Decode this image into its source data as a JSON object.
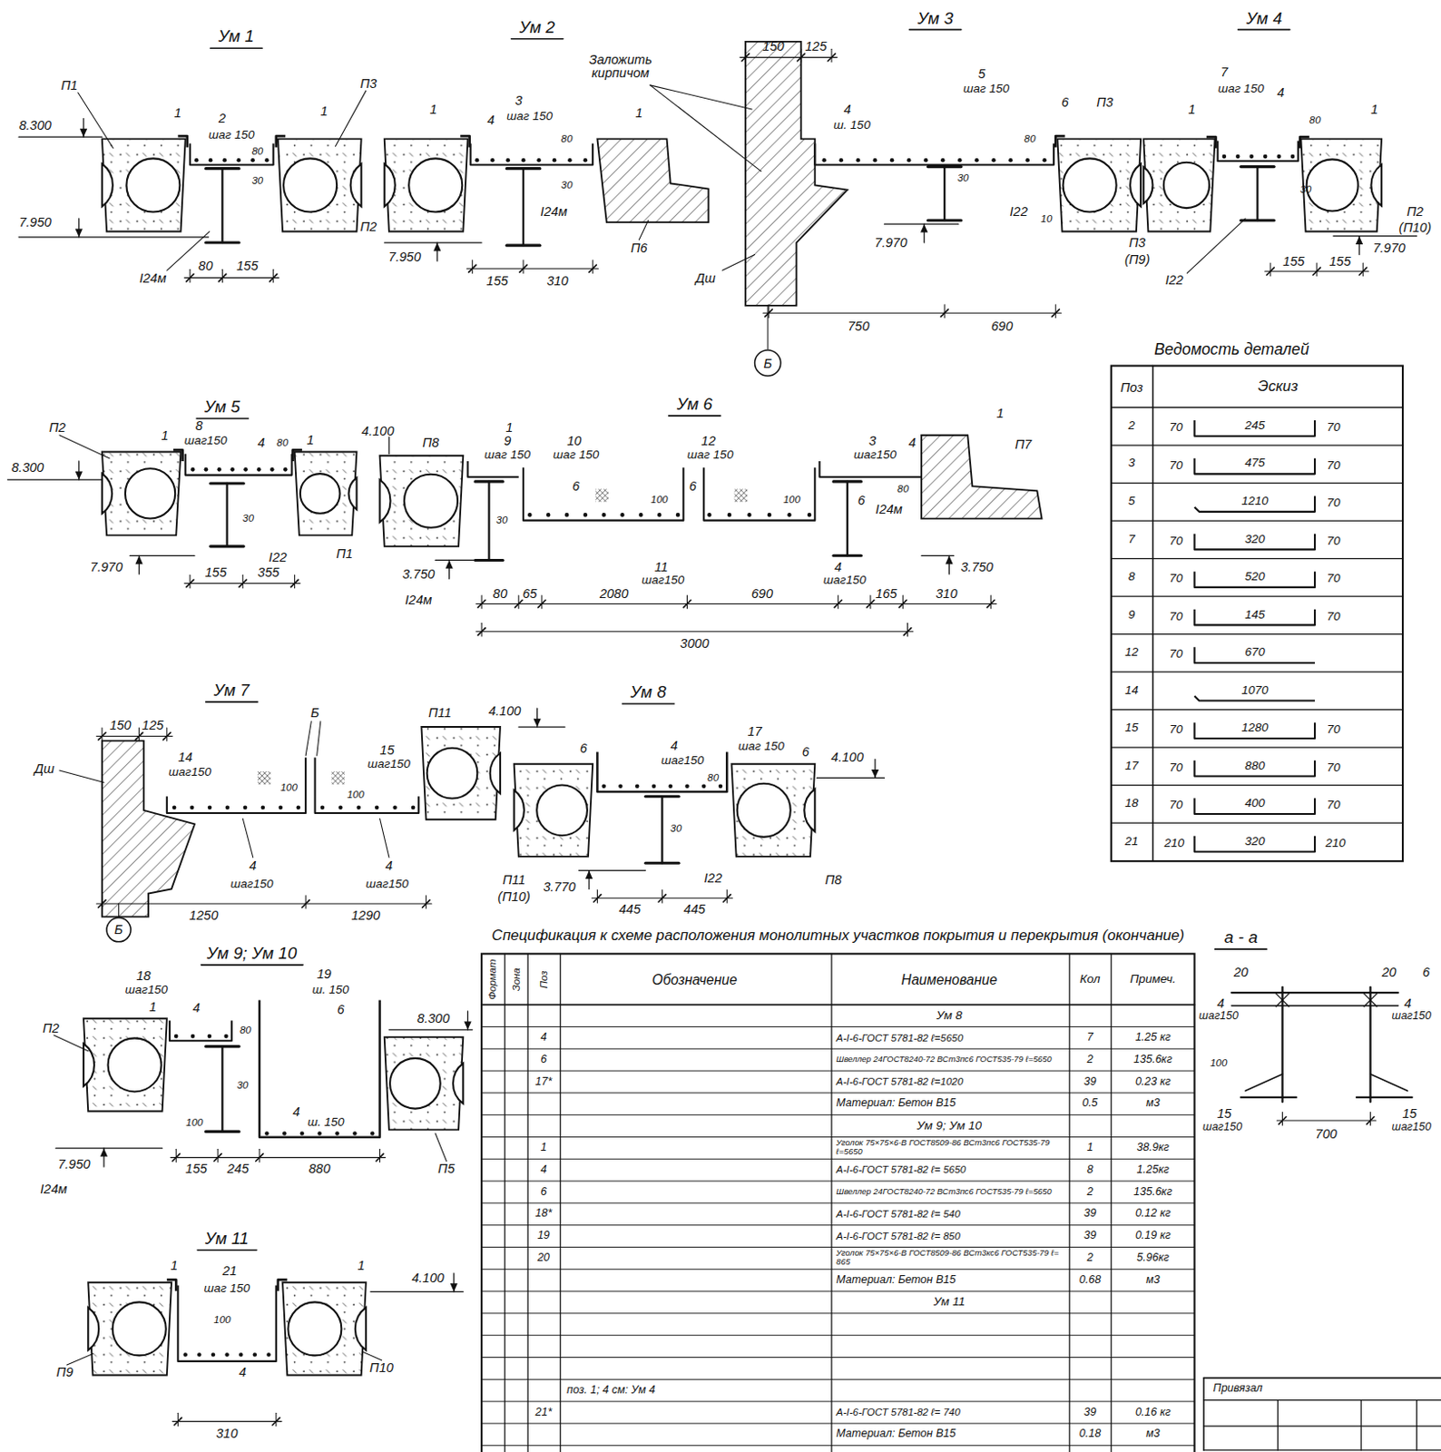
{
  "diagram": {
    "labels": [
      "Ум 1",
      "П1",
      "1",
      "2",
      "шаг 150",
      "1",
      "П3",
      "8.300",
      "7.950",
      "80",
      "30",
      "I24м",
      "80",
      "155",
      "Ум 2",
      "1",
      "4",
      "3",
      "шаг 150",
      "Заложить кирпичом",
      "1",
      "80",
      "30",
      "I24м",
      "П6",
      "П2",
      "7.950",
      "155",
      "310",
      "Ум 3",
      "150",
      "125",
      "5",
      "шаг 150",
      "4",
      "ш. 150",
      "6",
      "П3",
      "80",
      "30",
      "I22",
      "7.970",
      "Дш",
      "10",
      "750",
      "690",
      "Б",
      "Ум 4",
      "7",
      "шаг 150",
      "4",
      "1",
      "1",
      "80",
      "30",
      "П3",
      "(П9)",
      "I22",
      "155",
      "155",
      "7.970",
      "П2",
      "(П10)",
      "Ум 5",
      "П2",
      "8",
      "шаг150",
      "8.300",
      "1",
      "4",
      "1",
      "4.100",
      "П8",
      "80",
      "30",
      "I22",
      "П1",
      "7.970",
      "155",
      "355",
      "Ум 6",
      "1",
      "9",
      "шаг 150",
      "10",
      "шаг 150",
      "12",
      "шаг 150",
      "3",
      "шаг150",
      "1",
      "П7",
      "4",
      "6",
      "6",
      "6",
      "80",
      "100",
      "100",
      "30",
      "I24м",
      "11",
      "шаг150",
      "4",
      "шаг150",
      "3.750",
      "I24м",
      "3.750",
      "80",
      "65",
      "2080",
      "690",
      "165",
      "310",
      "3000",
      "Ум 7",
      "150",
      "125",
      "Б",
      "П11",
      "4.100",
      "14",
      "шаг150",
      "15",
      "шаг150",
      "Дш",
      "100",
      "100",
      "4",
      "шаг150",
      "4",
      "шаг150",
      "1250",
      "1290",
      "Б",
      "Ум 8",
      "17",
      "шаг 150",
      "4",
      "шаг150",
      "6",
      "6",
      "4.100",
      "80",
      "30",
      "I22",
      "П11",
      "(П10)",
      "3.770",
      "445",
      "445",
      "П8",
      "Спецификация к схеме расположения монолитных участков покрытия и перекрытия (окончание)",
      "Ум 9; Ум 10",
      "18",
      "шаг150",
      "19",
      "ш. 150",
      "1",
      "4",
      "6",
      "8.300",
      "П2",
      "80",
      "30",
      "100",
      "4",
      "ш. 150",
      "7.950",
      "I24м",
      "155",
      "245",
      "880",
      "П5",
      "Ум 11",
      "1",
      "21",
      "шаг 150",
      "1",
      "4.100",
      "100",
      "П9",
      "4",
      "П10",
      "310",
      "а - а",
      "20",
      "20",
      "6",
      "4",
      "шаг150",
      "4",
      "шаг150",
      "100",
      "15",
      "шаг150",
      "15",
      "шаг150",
      "700",
      "Ведомость деталей",
      "Поз",
      "Эскиз",
      "2",
      "70",
      "245",
      "70",
      "3",
      "70",
      "475",
      "70",
      "5",
      "1210",
      "70",
      "7",
      "70",
      "320",
      "70",
      "8",
      "70",
      "520",
      "70",
      "9",
      "70",
      "145",
      "70",
      "12",
      "70",
      "670",
      "14",
      "1070",
      "15",
      "70",
      "1280",
      "70",
      "17",
      "70",
      "880",
      "70",
      "18",
      "70",
      "400",
      "70",
      "21",
      "210",
      "320",
      "210",
      "Формат",
      "Зона",
      "Поз",
      "Обозначение",
      "Наименование",
      "Кол",
      "Примеч.",
      "Ум 8",
      "4",
      "А-I-6-ГОСТ 5781-82 ℓ=5650",
      "7",
      "1.25 кг",
      "6",
      "Швеллер 24ГОСТ8240-72 ВСт3пс6 ГОСТ535-79 ℓ=5650",
      "2",
      "135.6кг",
      "17*",
      "А-I-6-ГОСТ 5781-82 ℓ=1020",
      "39",
      "0.23 кг",
      "Материал: Бетон В15",
      "0.5",
      "м3",
      "Ум 9; Ум 10",
      "1",
      "Уголок 75×75×6-В ГОСТ8509-86 ВСт3пс6 ГОСТ535-79 ℓ=5650",
      "1",
      "38.9кг",
      "4",
      "А-I-6-ГОСТ 5781-82 ℓ= 5650",
      "8",
      "1.25кг",
      "6",
      "Швеллер 24ГОСТ8240-72 ВСт3пс6 ГОСТ535-79 ℓ=5650",
      "2",
      "135.6кг",
      "18*",
      "А-I-6-ГОСТ 5781-82 ℓ= 540",
      "39",
      "0.12 кг",
      "19",
      "А-I-6-ГОСТ 5781-82 ℓ= 850",
      "39",
      "0.19 кг",
      "20",
      "Уголок 75×75×6-В ГОСТ8509-86 ВСт3кс6 ГОСТ535-79 ℓ= 865",
      "2",
      "5.96кг",
      "Материал: Бетон В15",
      "0.68",
      "м3",
      "Ум 11",
      "поз. 1; 4 см: Ум 4",
      "21*",
      "А-I-6-ГОСТ 5781-82 ℓ= 740",
      "39",
      "0.16 кг",
      "Материал: Бетон В15",
      "0.18",
      "м3",
      "Привязал"
    ]
  }
}
